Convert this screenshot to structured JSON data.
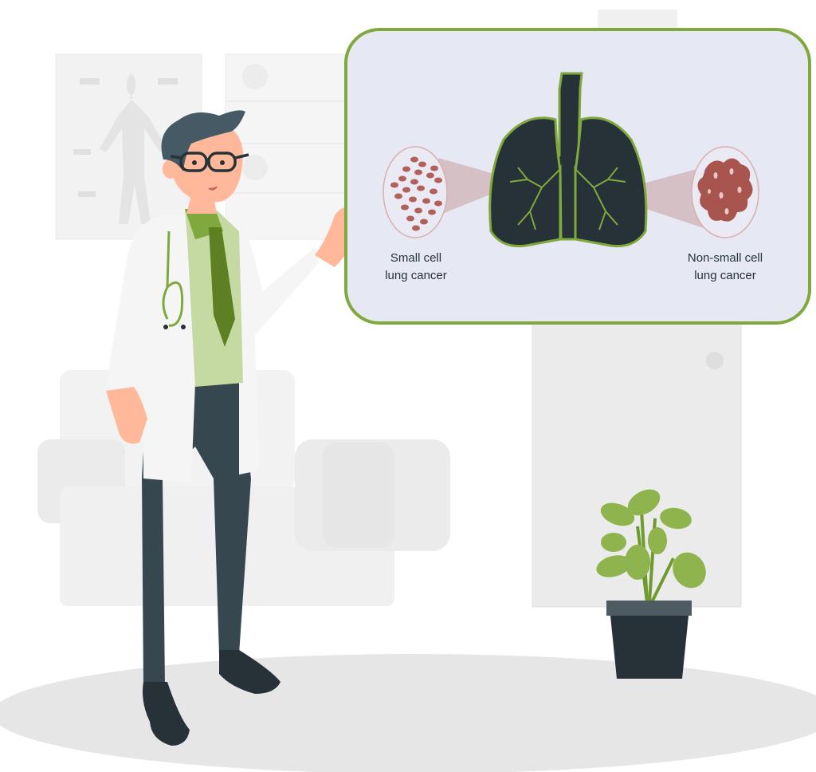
{
  "illustration": {
    "subject": "Doctor presenting lung cancer types",
    "panel": {
      "left_label_line1": "Small cell",
      "left_label_line2": "lung cancer",
      "right_label_line1": "Non-small cell",
      "right_label_line2": "lung cancer"
    },
    "colors": {
      "accent_green": "#7fa93c",
      "dark_green": "#5e7f22",
      "panel_bg": "#e6e8f4",
      "lung_dark": "#263238",
      "cell_red": "#a8544f",
      "skin": "#ffb89a",
      "hair": "#455a64",
      "pants": "#37474f",
      "background_gray": "#ebebeb",
      "floor": "#e6e6e6"
    }
  }
}
